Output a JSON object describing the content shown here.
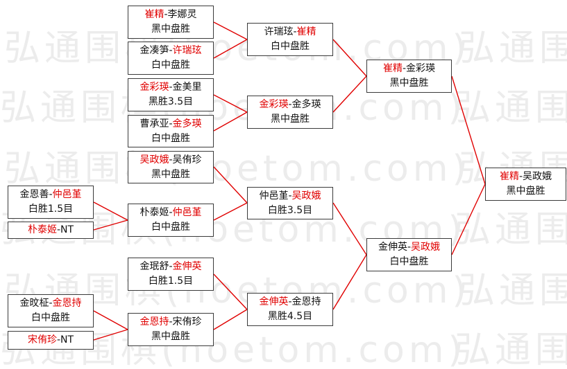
{
  "watermark": "弘通围棋(hoetom.com)",
  "separator": "-",
  "colors": {
    "winner": "#e00000",
    "line": "#e00000",
    "border": "#3a3a3a",
    "watermark": "#ececec"
  },
  "rounds": [
    [
      {
        "p1": "金恩善",
        "p2": "仲邑堇",
        "winner": 2,
        "result": "白胜1.5目"
      },
      {
        "p1": "朴泰姬",
        "p2": "NT",
        "winner": 1
      },
      {
        "p1": "金旼柾",
        "p2": "金恩持",
        "winner": 2,
        "result": "白中盘胜"
      },
      {
        "p1": "宋侑珍",
        "p2": "NT",
        "winner": 1
      }
    ],
    [
      {
        "p1": "崔精",
        "p2": "李娜灵",
        "winner": 1,
        "result": "黑中盘胜"
      },
      {
        "p1": "金凑笋",
        "p2": "许瑞玹",
        "winner": 2,
        "result": "白中盘胜"
      },
      {
        "p1": "金彩瑛",
        "p2": "金美里",
        "winner": 1,
        "result": "黑胜3.5目"
      },
      {
        "p1": "曹承亚",
        "p2": "金多瑛",
        "winner": 2,
        "result": "白中盘胜"
      },
      {
        "p1": "吴政娥",
        "p2": "吴侑珍",
        "winner": 1,
        "result": "黑中盘胜"
      },
      {
        "p1": "朴泰姬",
        "p2": "仲邑堇",
        "winner": 2,
        "result": "白中盘胜"
      },
      {
        "p1": "金珉舒",
        "p2": "金伸英",
        "winner": 2,
        "result": "白胜1.5目"
      },
      {
        "p1": "金恩持",
        "p2": "宋侑珍",
        "winner": 1,
        "result": "黑中盘胜"
      }
    ],
    [
      {
        "p1": "许瑞玹",
        "p2": "崔精",
        "winner": 2,
        "result": "白中盘胜"
      },
      {
        "p1": "金彩瑛",
        "p2": "金多瑛",
        "winner": 1,
        "result": "黑中盘胜"
      },
      {
        "p1": "仲邑堇",
        "p2": "吴政娥",
        "winner": 2,
        "result": "白胜3.5目"
      },
      {
        "p1": "金伸英",
        "p2": "金恩持",
        "winner": 1,
        "result": "黑胜4.5目"
      }
    ],
    [
      {
        "p1": "崔精",
        "p2": "金彩瑛",
        "winner": 1,
        "result": "黑中盘胜"
      },
      {
        "p1": "金伸英",
        "p2": "吴政娥",
        "winner": 2,
        "result": "白中盘胜"
      }
    ],
    [
      {
        "p1": "崔精",
        "p2": "吴政娥",
        "winner": 1,
        "result": "黑中盘胜"
      }
    ]
  ]
}
